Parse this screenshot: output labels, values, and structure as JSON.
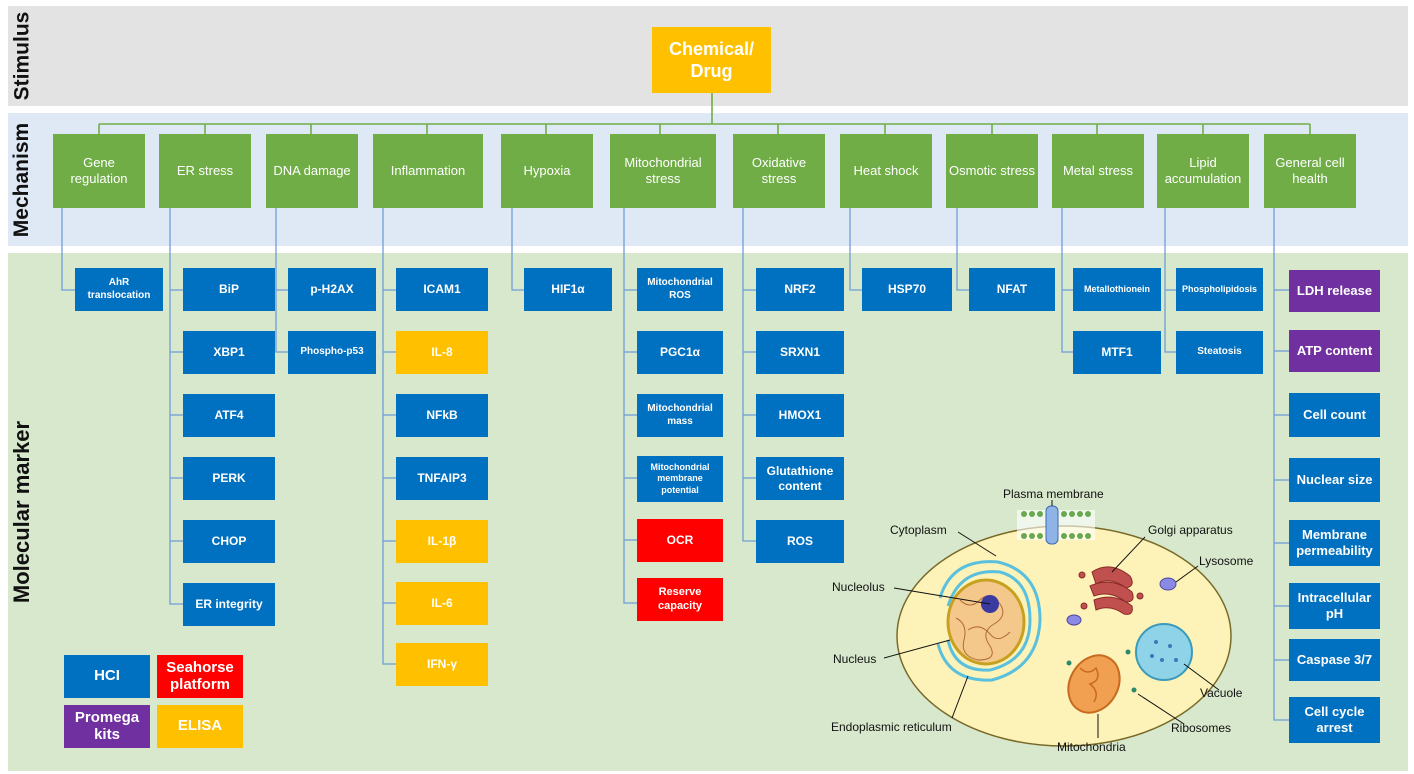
{
  "bands": {
    "stimulus": "Stimulus",
    "mechanism": "Mechanism",
    "marker": "Molecular marker"
  },
  "stimulus": "Chemical/ Drug",
  "mechanisms": [
    "Gene regulation",
    "ER stress",
    "DNA damage",
    "Inflammation",
    "Hypoxia",
    "Mitochondrial stress",
    "Oxidative stress",
    "Heat shock",
    "Osmotic stress",
    "Metal stress",
    "Lipid accumulation",
    "General cell health"
  ],
  "markers": {
    "gene_regulation": [
      "AhR translocation"
    ],
    "er_stress": [
      "BiP",
      "XBP1",
      "ATF4",
      "PERK",
      "CHOP",
      "ER integrity"
    ],
    "dna_damage": [
      "p-H2AX",
      "Phospho-p53"
    ],
    "inflammation": [
      "ICAM1",
      "IL-8",
      "NFkB",
      "TNFAIP3",
      "IL-1β",
      "IL-6",
      "IFN-γ"
    ],
    "hypoxia": [
      "HIF1α"
    ],
    "mito_stress": [
      "Mitochondrial ROS",
      "PGC1α",
      "Mitochondrial mass",
      "Mitochondrial membrane potential",
      "OCR",
      "Reserve capacity"
    ],
    "oxidative_stress": [
      "NRF2",
      "SRXN1",
      "HMOX1",
      "Glutathione content",
      "ROS"
    ],
    "heat_shock": [
      "HSP70"
    ],
    "osmotic_stress": [
      "NFAT"
    ],
    "metal_stress": [
      "Metallothionein",
      "MTF1"
    ],
    "lipid_accumulation": [
      "Phospholipidosis",
      "Steatosis"
    ],
    "general_cell_health": [
      "LDH release",
      "ATP content",
      "Cell count",
      "Nuclear size",
      "Membrane permeability",
      "Intracellular pH",
      "Caspase 3/7",
      "Cell cycle arrest"
    ]
  },
  "legend": {
    "hci": "HCI",
    "seahorse": "Seahorse platform",
    "promega": "Promega kits",
    "elisa": "ELISA"
  },
  "cell_labels": {
    "plasma_membrane": "Plasma membrane",
    "cytoplasm": "Cytoplasm",
    "golgi": "Golgi apparatus",
    "lysosome": "Lysosome",
    "nucleolus": "Nucleolus",
    "nucleus": "Nucleus",
    "vacuole": "Vacuole",
    "er": "Endoplasmic reticulum",
    "ribosomes": "Ribosomes",
    "mitochondria": "Mitochondria"
  },
  "colors": {
    "hci": "#0070c0",
    "seahorse": "#ff0000",
    "promega": "#7030a0",
    "elisa": "#ffc000",
    "mechanism": "#70ad47",
    "stimulus_band": "#e3e3e3",
    "mechanism_band": "#dfe9f5",
    "marker_band": "#d8e8cc"
  }
}
